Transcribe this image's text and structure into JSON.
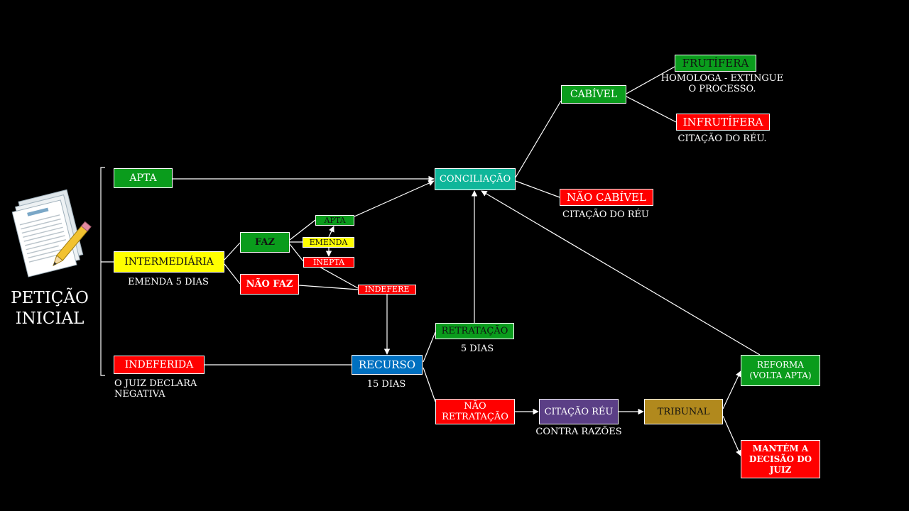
{
  "title": "PETIÇÃO\nINICIAL",
  "colors": {
    "green": "#0a9c1c",
    "yellow": "#ffff00",
    "red": "#ff0000",
    "teal": "#0fb69a",
    "blue": "#0070c0",
    "purple": "#5b3f86",
    "gold": "#b1891d"
  },
  "nodes": {
    "apta": "APTA",
    "intermediaria": "INTERMEDIÁRIA",
    "indeferida": "INDEFERIDA",
    "faz": "FAZ",
    "nao_faz": "NÃO FAZ",
    "sub_apta": "APTA",
    "sub_emenda": "EMENDA",
    "sub_inepta": "INEPTA",
    "indefere": "INDEFERE",
    "conciliacao": "CONCILIAÇÃO",
    "cabivel": "CABÍVEL",
    "nao_cabivel": "NÃO CABÍVEL",
    "frutifera": "FRUTÍFERA",
    "infrutifera": "INFRUTÍFERA",
    "recurso": "RECURSO",
    "retratacao": "RETRATAÇÃO",
    "nao_retratacao": "NÃO\nRETRATAÇÃO",
    "citacao_reu": "CITAÇÃO RÉU",
    "tribunal": "TRIBUNAL",
    "reforma": "REFORMA\n(VOLTA APTA)",
    "mantem": "MANTÉM A\nDECISÃO DO\nJUIZ"
  },
  "captions": {
    "emenda_5_dias": "EMENDA 5 DIAS",
    "juiz_declara": "O JUIZ DECLARA\nNEGATIVA",
    "homologa": "HOMOLOGA - EXTINGUE\nO PROCESSO.",
    "citacao_reu_1": "CITAÇÃO DO RÉU.",
    "citacao_reu_2": "CITAÇÃO DO RÉU",
    "retratacao_dias": "5 DIAS",
    "recurso_dias": "15 DIAS",
    "contra_razoes": "CONTRA RAZÕES"
  }
}
